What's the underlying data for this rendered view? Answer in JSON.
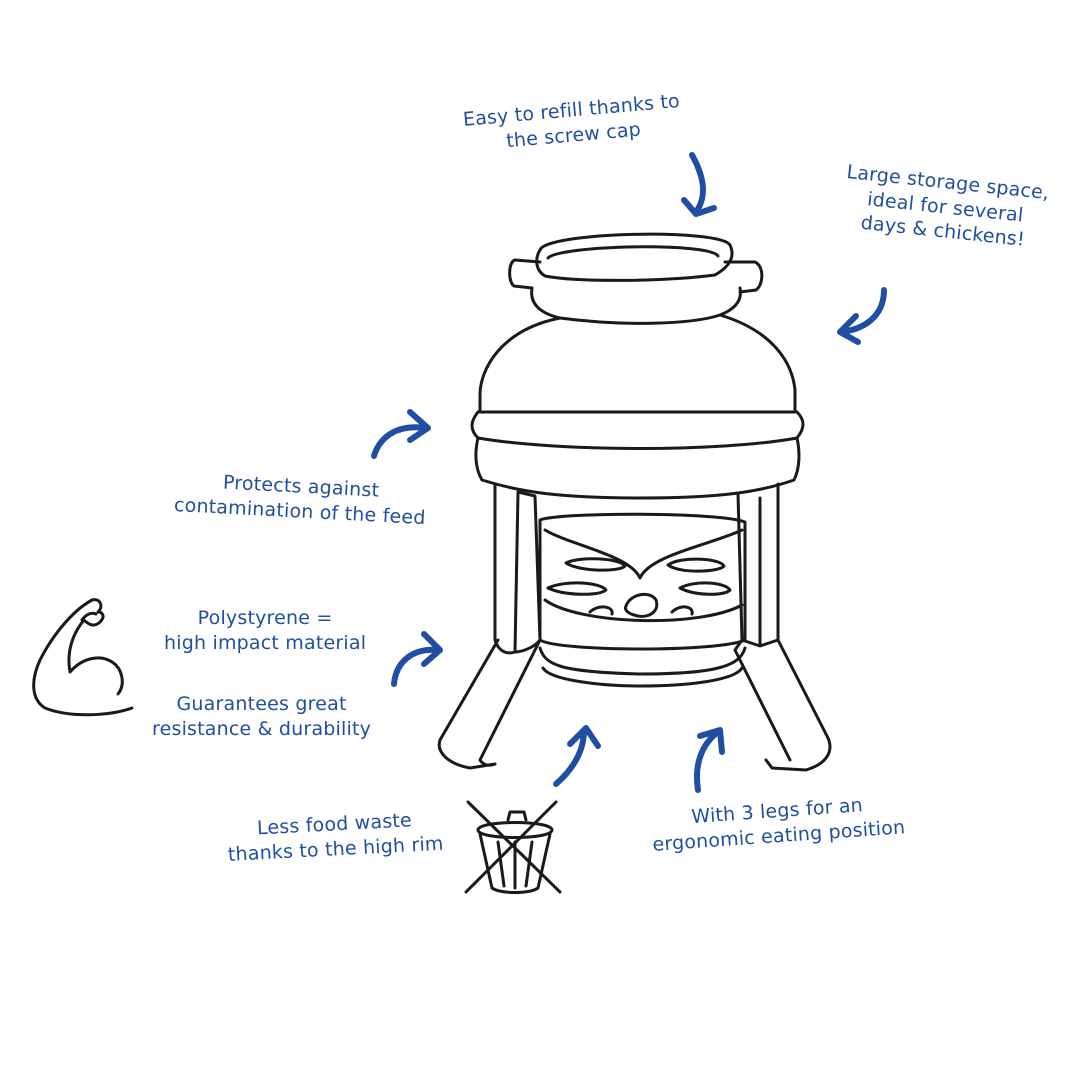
{
  "annotations": {
    "refill": {
      "line1": "Easy to refill thanks to",
      "line2": "the screw cap"
    },
    "storage": {
      "line1": "Large storage space,",
      "line2": "ideal for several",
      "line3": "days & chickens!"
    },
    "contamination": {
      "line1": "Protects against",
      "line2": "contamination of the feed"
    },
    "material": {
      "line1": "Polystyrene =",
      "line2": "high impact material"
    },
    "durability": {
      "line1": "Guarantees great",
      "line2": "resistance & durability"
    },
    "waste": {
      "line1": "Less food waste",
      "line2": "thanks to the high rim"
    },
    "legs": {
      "line1": "With 3 legs for an",
      "line2": "ergonomic eating position"
    }
  },
  "icons": {
    "strength": "flexed-arm-icon",
    "no_waste": "crossed-out-trash-icon"
  },
  "colors": {
    "text": "#1f4ea3",
    "arrow": "#1f4ea3",
    "line_art": "#1a1a1a",
    "background": "#ffffff"
  }
}
